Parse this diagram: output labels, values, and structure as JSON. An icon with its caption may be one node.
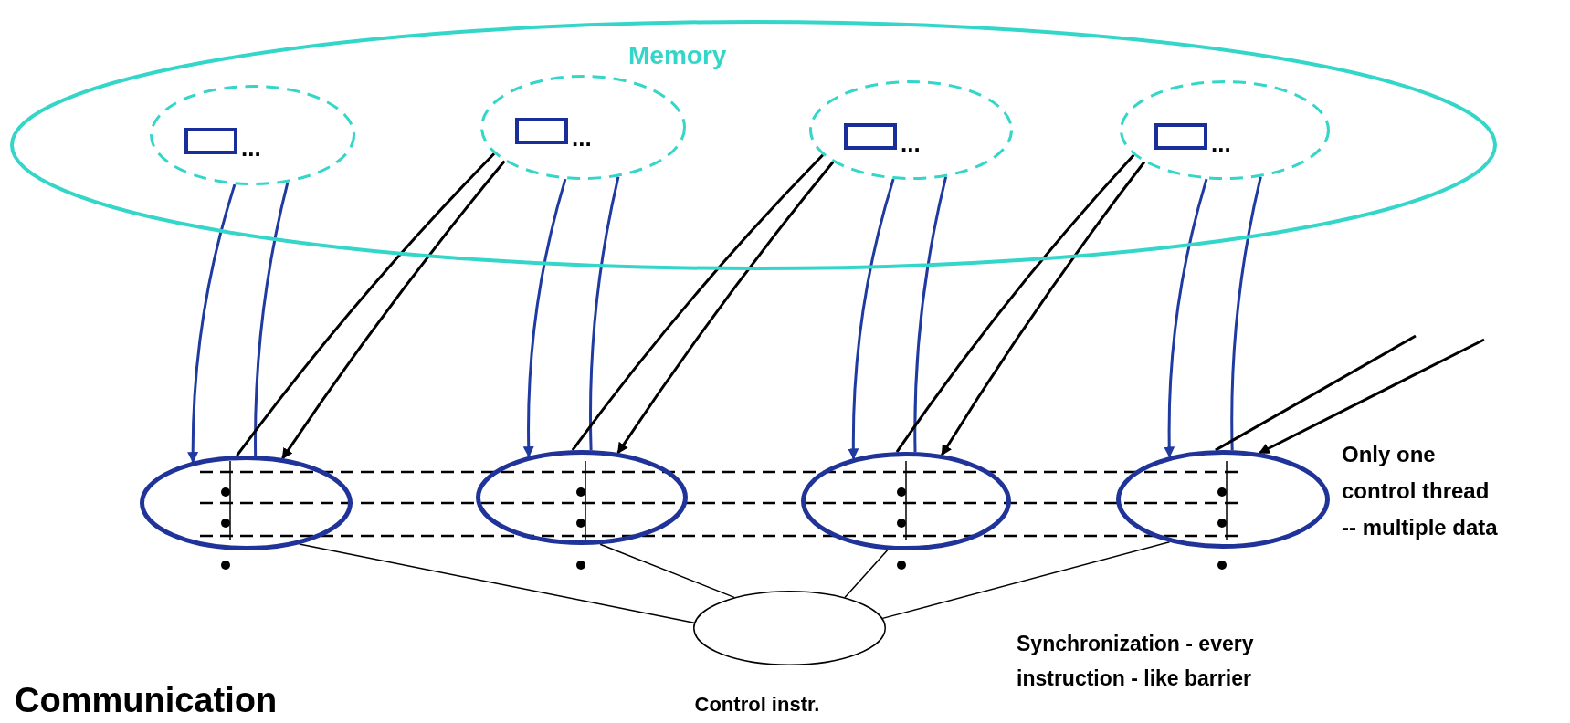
{
  "diagram": {
    "nodes": [
      {
        "text": [
          "Memory"
        ]
      },
      {
        "text": [
          "..."
        ],
        "in": 0
      },
      {
        "text": [],
        "shape": "box",
        "in": 1
      },
      {
        "text": [
          "..."
        ],
        "in": 0
      },
      {
        "text": [],
        "shape": "box",
        "in": 3
      },
      {
        "text": [
          "..."
        ],
        "in": 0
      },
      {
        "text": [],
        "shape": "box",
        "in": 5
      },
      {
        "text": [
          "..."
        ],
        "in": 0
      },
      {
        "text": [],
        "shape": "box",
        "in": 7
      },
      {
        "text": [],
        "shape": "circle"
      },
      {
        "text": [],
        "shape": "circle"
      },
      {
        "text": [],
        "shape": "circle"
      },
      {
        "text": [],
        "shape": "circle"
      },
      {
        "text": [],
        "shape": "circle",
        "beside": [
          "Control instr."
        ]
      }
    ],
    "edges": [
      {
        "from": 1,
        "to": 9,
        "arrow": "to",
        "color": "#1f3aa0"
      },
      {
        "from": 9,
        "to": 1,
        "arrow": "none",
        "color": "#1f3aa0"
      },
      {
        "from": 9,
        "to": 3,
        "arrow": "none"
      },
      {
        "from": 3,
        "to": 9,
        "arrow": "to"
      },
      {
        "from": 3,
        "to": 10,
        "arrow": "to",
        "color": "#1f3aa0"
      },
      {
        "from": 10,
        "to": 3,
        "arrow": "none",
        "color": "#1f3aa0"
      },
      {
        "from": 10,
        "to": 5,
        "arrow": "none"
      },
      {
        "from": 5,
        "to": 10,
        "arrow": "to"
      },
      {
        "from": 5,
        "to": 11,
        "arrow": "to",
        "color": "#1f3aa0"
      },
      {
        "from": 11,
        "to": 5,
        "arrow": "none",
        "color": "#1f3aa0"
      },
      {
        "from": 11,
        "to": 7,
        "arrow": "none"
      },
      {
        "from": 7,
        "to": 11,
        "arrow": "to"
      },
      {
        "from": 7,
        "to": 12,
        "arrow": "to",
        "color": "#1f3aa0"
      },
      {
        "from": 12,
        "to": 7,
        "arrow": "none",
        "color": "#1f3aa0"
      },
      {
        "from": null,
        "to": 12,
        "arrow": "none"
      },
      {
        "from": null,
        "to": 12,
        "arrow": "to"
      },
      {
        "from": 13,
        "to": 9,
        "arrow": "none"
      },
      {
        "from": 13,
        "to": 10,
        "arrow": "none"
      },
      {
        "from": 13,
        "to": 11,
        "arrow": "none"
      },
      {
        "from": 13,
        "to": 12,
        "arrow": "none"
      }
    ],
    "labels": [
      "Only one control thread -- multiple data",
      "Synchronization - every instruction - like barrier",
      "Communication"
    ]
  }
}
